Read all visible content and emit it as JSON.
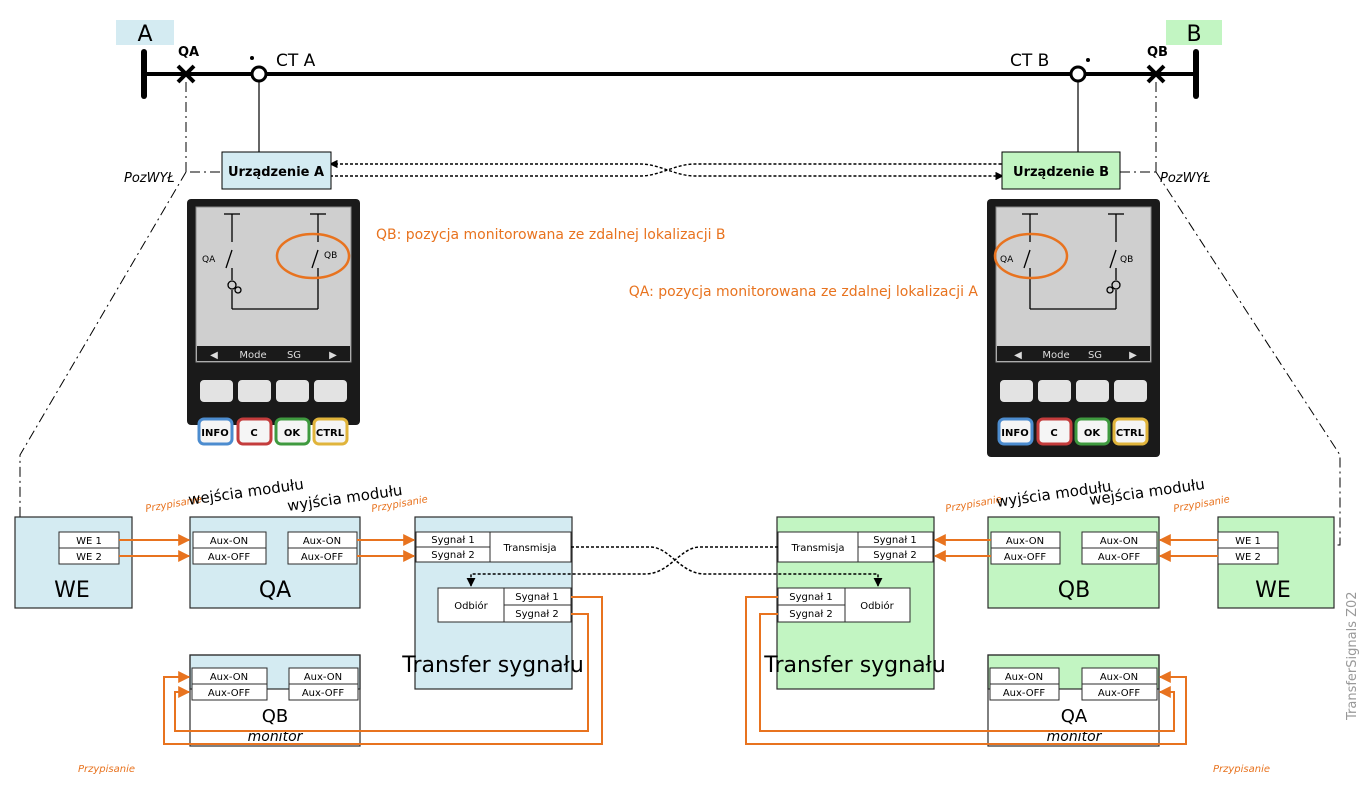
{
  "colors": {
    "side_a": "#d4ebf2",
    "side_b": "#c2f5c2",
    "orange": "#e8731f",
    "line": "#000000",
    "stroke": "#2b2b2b",
    "screen": "#cfcfcf",
    "hmi_body": "#1a1a1a",
    "softkey": "#e3e3e3",
    "btn_info": "#4c8ccf",
    "btn_c": "#c43c3c",
    "btn_ok": "#3f9a3f",
    "btn_ctrl": "#e0b43b"
  },
  "busbar": {
    "label_a": "A",
    "label_b": "B",
    "qa": "QA",
    "qb": "QB",
    "ct_a": "CT A",
    "ct_b": "CT B"
  },
  "devices": {
    "a": "Urządzenie A",
    "b": "Urządzenie B"
  },
  "pos_off": "PozWYŁ",
  "hmi": {
    "menu_mode": "Mode",
    "menu_sg": "SG",
    "btn_info": "INFO",
    "btn_c": "C",
    "btn_ok": "OK",
    "btn_ctrl": "CTRL",
    "sld_qa": "QA",
    "sld_qb": "QB"
  },
  "annotations": {
    "qb_remote": "QB: pozycja monitorowana ze zdalnej lokalizacji B",
    "qa_remote": "QA: pozycja monitorowana ze zdalnej lokalizacji A"
  },
  "assign": "Przypisanie",
  "module_inputs": "wejścia modułu",
  "module_outputs": "wyjścia modułu",
  "we": {
    "title": "WE",
    "we1": "WE 1",
    "we2": "WE 2"
  },
  "aux_on": "Aux-ON",
  "aux_off": "Aux-OFF",
  "breaker_a": "QA",
  "breaker_b": "QB",
  "monitor_a": {
    "title": "QB",
    "subtitle": "monitor"
  },
  "monitor_b": {
    "title": "QA",
    "subtitle": "monitor"
  },
  "transfer": {
    "title": "Transfer sygnału",
    "signal1": "Sygnał 1",
    "signal2": "Sygnał 2",
    "transmit": "Transmisja",
    "receive": "Odbiór"
  },
  "figure_id": "TransferSignals_Z02"
}
